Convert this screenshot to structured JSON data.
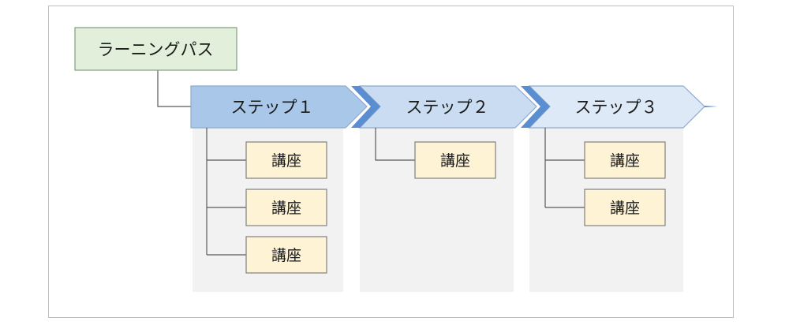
{
  "root": {
    "label": "ラーニングパス",
    "fill": "#e2efda",
    "stroke": "#7f9f7f"
  },
  "steps": [
    {
      "label": "ステップ１",
      "fill": "#a9c7e8",
      "courses": [
        "講座",
        "講座",
        "講座"
      ]
    },
    {
      "label": "ステップ２",
      "fill": "#c9dcf1",
      "courses": [
        "講座"
      ]
    },
    {
      "label": "ステップ３",
      "fill": "#dde9f6",
      "courses": [
        "講座",
        "講座"
      ]
    }
  ],
  "colors": {
    "panel": "#f2f2f2",
    "course_fill": "#fff3d6",
    "course_stroke": "#808080",
    "connector": "#595959",
    "arrow_stroke": "#8eaacb",
    "chevron_accent": "#5b8ed0"
  }
}
